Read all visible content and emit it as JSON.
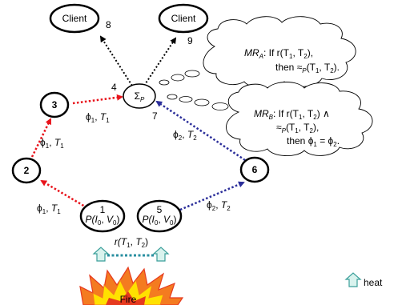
{
  "nodes": {
    "client8": {
      "label": "Client",
      "num": "8"
    },
    "client9": {
      "label": "Client",
      "num": "9"
    },
    "n2": {
      "label": "2"
    },
    "n3": {
      "label": "3"
    },
    "n6": {
      "label": "6"
    },
    "sigma": {
      "label": "Σ",
      "sub": "P",
      "num_left": "4",
      "num_right": "7"
    },
    "p1": {
      "num": "1",
      "text_p": "P(",
      "text_i": "I",
      "sub_i": "0",
      "text_comma": ", ",
      "text_v": "V",
      "sub_v": "0",
      "text_close": ")"
    },
    "p5": {
      "num": "5",
      "text_p": "P(",
      "text_i": "I",
      "sub_i": "0",
      "text_comma": ", ",
      "text_v": "V",
      "sub_v": "0",
      "text_close": ")"
    }
  },
  "edge_labels": {
    "e3_4": {
      "phi": "ϕ",
      "phi_sub": "1",
      "sep": ", ",
      "t": "T",
      "t_sub": "1"
    },
    "e2_3": {
      "phi": "ϕ",
      "phi_sub": "1",
      "sep": ", ",
      "t": "T",
      "t_sub": "1"
    },
    "e1_2": {
      "phi": "ϕ",
      "phi_sub": "1",
      "sep": ", ",
      "t": "T",
      "t_sub": "1"
    },
    "e6_7": {
      "phi": "ϕ",
      "phi_sub": "2",
      "sep": ", ",
      "t": "T",
      "t_sub": "2"
    },
    "e5_6": {
      "phi": "ϕ",
      "phi_sub": "2",
      "sep": ", ",
      "t": "T",
      "t_sub": "2"
    }
  },
  "relation": {
    "r": "r(",
    "t1": "T",
    "t1_sub": "1",
    "sep": ", ",
    "t2": "T",
    "t2_sub": "2",
    "close": ")"
  },
  "cloud_a": {
    "mr": "MR",
    "mr_sub": "A",
    "line1_rest": ": If r(T",
    "line1_sub1": "1",
    "line1_mid": ", T",
    "line1_sub2": "2",
    "line1_end": "),",
    "line2_start": "then ≈",
    "line2_p": "P",
    "line2_rest": "(T",
    "line2_sub1": "1",
    "line2_mid": ", T",
    "line2_sub2": "2",
    "line2_end": ")."
  },
  "cloud_b": {
    "mr": "MR",
    "mr_sub": "B",
    "line1_rest": ": If r(T",
    "line1_sub1": "1",
    "line1_mid": ", T",
    "line1_sub2": "2",
    "line1_end": ") ∧",
    "line2_start": "≈",
    "line2_p": "P",
    "line2_rest": "(T",
    "line2_sub1": "1",
    "line2_mid": ", T",
    "line2_sub2": "2",
    "line2_end": "),",
    "line3_start": "then ϕ",
    "line3_sub1": "1",
    "line3_mid": " = ϕ",
    "line3_sub2": "2",
    "line3_end": "."
  },
  "fire": {
    "label": "Fire"
  },
  "legend": {
    "label": "heat"
  },
  "colors": {
    "red": "#e8131b",
    "blue": "#2b2e9a",
    "teal": "#2a8fa0",
    "heat_arrow_fill": "#d9f3ee",
    "heat_arrow_stroke": "#3b9f9a",
    "fire_outer": "#f47b20",
    "fire_inner": "#ffe100",
    "fire_core": "#e63a1f"
  }
}
